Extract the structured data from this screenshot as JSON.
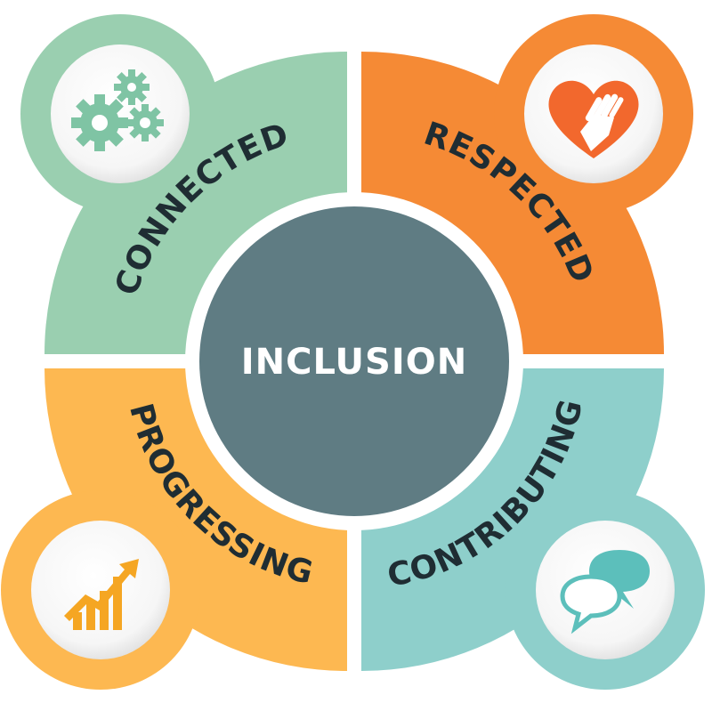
{
  "center": {
    "label": "INCLUSION",
    "color": "#5f7c83"
  },
  "segments": [
    {
      "key": "connected",
      "label": "CONNECTED",
      "color": "#9acfb0",
      "icon": "gears-icon"
    },
    {
      "key": "respected",
      "label": "RESPECTED",
      "color": "#f58a35",
      "icon": "heart-hand-icon"
    },
    {
      "key": "progressing",
      "label": "PROGRESSING",
      "color": "#fdb851",
      "icon": "growth-chart-icon"
    },
    {
      "key": "contributing",
      "label": "CONTRIBUTING",
      "color": "#8ecfcb",
      "icon": "speech-bubbles-icon"
    }
  ]
}
